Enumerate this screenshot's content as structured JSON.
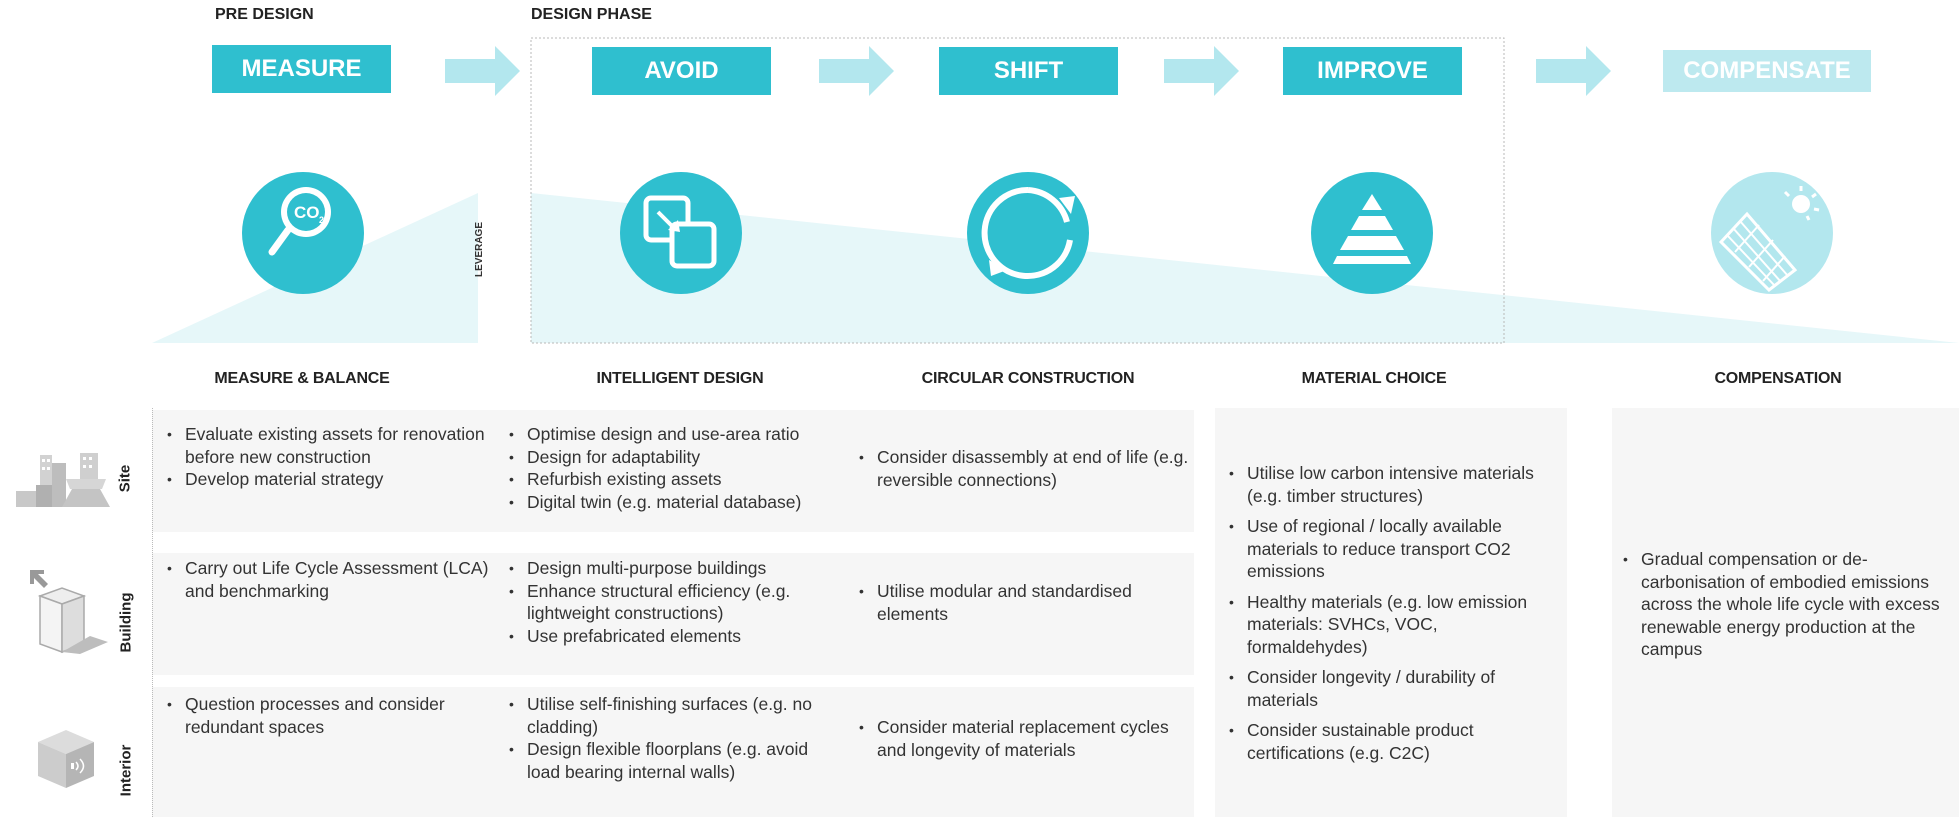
{
  "phases": {
    "pre_design": "PRE DESIGN",
    "design": "DESIGN PHASE"
  },
  "steps": [
    "MEASURE",
    "AVOID",
    "SHIFT",
    "IMPROVE",
    "COMPENSATE"
  ],
  "icons": [
    "co2-magnifier-icon",
    "intelligent-design-icon",
    "circular-arrows-icon",
    "pyramid-icon",
    "solar-panel-icon"
  ],
  "leverage_label": "LEVERAGE",
  "categories": [
    "MEASURE & BALANCE",
    "INTELLIGENT DESIGN",
    "CIRCULAR CONSTRUCTION",
    "MATERIAL CHOICE",
    "COMPENSATION"
  ],
  "rows": [
    "Site",
    "Building",
    "Interior"
  ],
  "cells": {
    "site": {
      "measure": [
        "Evaluate existing assets for renovation before new construction",
        "Develop material strategy"
      ],
      "intelligent": [
        "Optimise design and use-area ratio",
        "Design for adaptability",
        "Refurbish existing assets",
        "Digital twin (e.g. material database)"
      ],
      "circular": [
        "Consider disassembly at end of life (e.g. reversible connections)"
      ]
    },
    "building": {
      "measure": [
        "Carry out Life Cycle Assessment (LCA) and benchmarking"
      ],
      "intelligent": [
        "Design multi-purpose buildings",
        "Enhance structural efficiency (e.g. lightweight constructions)",
        "Use prefabricated elements"
      ],
      "circular": [
        "Utilise modular and standardised elements"
      ]
    },
    "interior": {
      "measure": [
        "Question processes and consider redundant spaces"
      ],
      "intelligent": [
        "Utilise self-finishing surfaces (e.g. no cladding)",
        "Design flexible floorplans (e.g. avoid load bearing internal walls)"
      ],
      "circular": [
        "Consider material replacement cycles and longevity of materials"
      ]
    },
    "material": [
      "Utilise low carbon intensive materials (e.g. timber structures)",
      "Use of regional / locally available materials to reduce transport CO2 emissions",
      "Healthy materials (e.g. low emission materials: SVHCs, VOC, formaldehydes)",
      "Consider longevity / durability of materials",
      "Consider sustainable product certifications (e.g. C2C)"
    ],
    "compensation": [
      "Gradual compensation or de-carbonisation of embodied emissions across the whole life cycle with excess renewable energy production at the campus"
    ]
  },
  "colors": {
    "teal": "#2fbfcf",
    "light_teal": "#b3e7ee",
    "faded_teal": "#bde9ef",
    "wedge": "#e6f7f9",
    "band": "#f6f6f6"
  }
}
